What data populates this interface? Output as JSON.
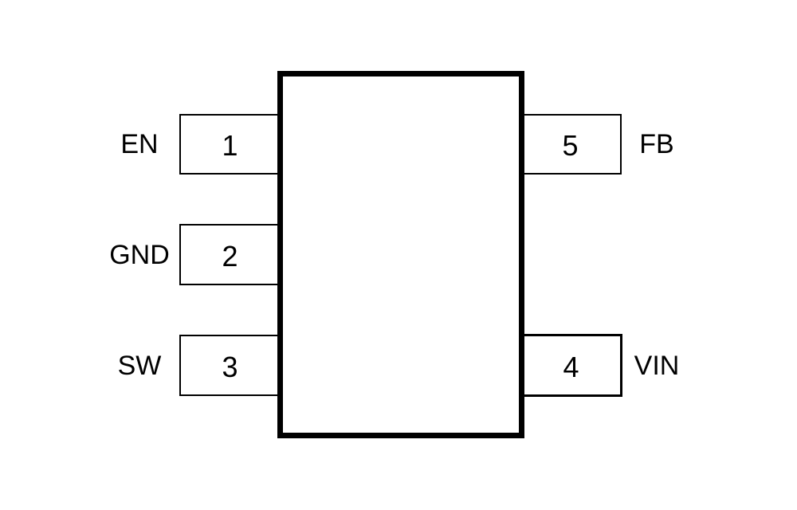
{
  "diagram": {
    "type": "ic-pinout",
    "colors": {
      "background": "#ffffff",
      "line": "#000000",
      "text": "#000000"
    },
    "pins": [
      {
        "number": "1",
        "label": "EN",
        "side": "left"
      },
      {
        "number": "2",
        "label": "GND",
        "side": "left"
      },
      {
        "number": "3",
        "label": "SW",
        "side": "left"
      },
      {
        "number": "4",
        "label": "VIN",
        "side": "right"
      },
      {
        "number": "5",
        "label": "FB",
        "side": "right"
      }
    ]
  }
}
